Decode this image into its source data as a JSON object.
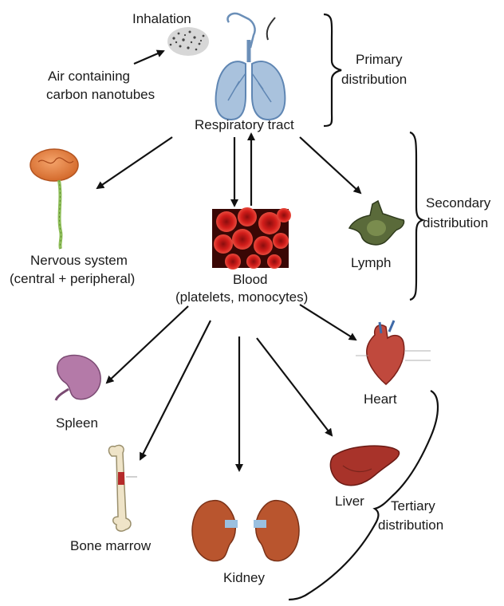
{
  "labels": {
    "inhalation": "Inhalation",
    "air_line1": "Air containing",
    "air_line2": "carbon nanotubes",
    "primary_line1": "Primary",
    "primary_line2": "distribution",
    "respiratory": "Respiratory tract",
    "secondary_line1": "Secondary",
    "secondary_line2": "distribution",
    "nervous_line1": "Nervous system",
    "nervous_line2": "(central + peripheral)",
    "lymph": "Lymph",
    "blood_line1": "Blood",
    "blood_line2": "(platelets, monocytes)",
    "heart": "Heart",
    "spleen": "Spleen",
    "liver": "Liver",
    "tertiary_line1": "Tertiary",
    "tertiary_line2": "distribution",
    "bone": "Bone marrow",
    "kidney": "Kidney"
  },
  "icons": {
    "particles": "nanotube-particles-icon",
    "lungs": "lungs-icon",
    "brain": "brain-nerve-icon",
    "blood": "red-blood-cells-icon",
    "lymph": "lymph-node-icon",
    "spleen": "spleen-icon",
    "heart": "heart-icon",
    "bone": "bone-icon",
    "liver": "liver-icon",
    "kidney": "kidney-icon"
  },
  "colors": {
    "text": "#1a1a1a",
    "arrow": "#111111",
    "lungs": "#8fb0d4",
    "blood": "#d0201c",
    "organ": "#9b2a2a"
  }
}
